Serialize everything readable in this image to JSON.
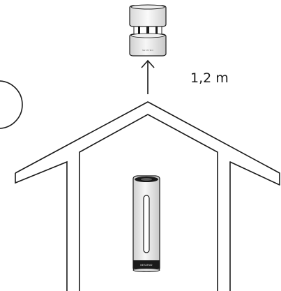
{
  "height_label": "1,2 m",
  "outdoor_module": {
    "brand_text": "NETATMO"
  },
  "indoor_module": {
    "brand_text": "NETATMO"
  },
  "colors": {
    "line": "#1a1a1a",
    "metal_light": "#f4f4f4",
    "metal_dark": "#cfcfcf",
    "band": "#1a1a1a"
  }
}
